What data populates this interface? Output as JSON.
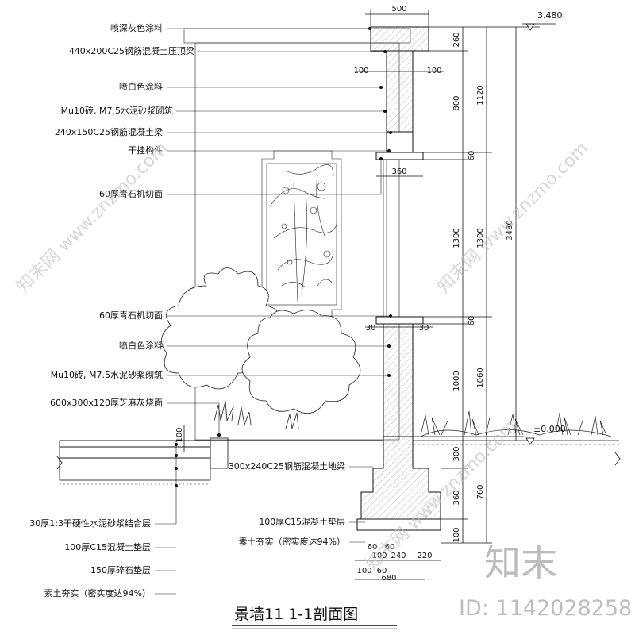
{
  "title": "景墙11 1-1剖面图",
  "elevation_top": "3.480",
  "elevation_ground": "±0.000",
  "labels_left": [
    "喷深灰色涂料",
    "440x200C25钢筋混凝土压顶梁",
    "喷白色涂料",
    "Mu10砖, M7.5水泥砂浆砌筑",
    "240x150C25钢筋混凝土梁",
    "干挂构件",
    "60厚青石机切面",
    "60厚青石机切面",
    "喷白色涂料",
    "Mu10砖, M7.5水泥砂浆砌筑",
    "600x300x120厚芝麻灰烧面"
  ],
  "labels_bottom_left": [
    "30厚1:3干硬性水泥砂浆结合层",
    "100厚C15混凝土垫层",
    "150厚碎石垫层",
    "素土夯实（密实度达94%）"
  ],
  "labels_right": [
    "300x240C25钢筋混凝土地梁",
    "100厚C15混凝土垫层",
    "素土夯实（密实度达94%）"
  ],
  "dims_top": [
    "500",
    "100",
    "100",
    "360",
    "30",
    "30"
  ],
  "dims_vertical_inner": [
    "260",
    "800",
    "60",
    "1300",
    "60",
    "1000",
    "300",
    "360",
    "100"
  ],
  "dims_vertical_outer": [
    "1120",
    "1300",
    "1060",
    "760"
  ],
  "dim_total": "3480",
  "dim_step": "100",
  "dims_bottom": [
    "100",
    "240",
    "220",
    "60",
    "60",
    "100",
    "60",
    "680"
  ],
  "watermark": {
    "brand": "知末",
    "id_text": "ID: 1142028258",
    "diagonal": "知末网 www.znzmo.com"
  }
}
